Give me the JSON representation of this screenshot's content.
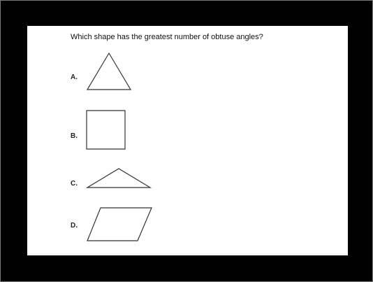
{
  "question": {
    "text": "Which shape has the greatest number of obtuse angles?"
  },
  "options": [
    {
      "label": "A.",
      "shape": "triangle-icon"
    },
    {
      "label": "B.",
      "shape": "square-icon"
    },
    {
      "label": "C.",
      "shape": "obtuse-triangle-icon"
    },
    {
      "label": "D.",
      "shape": "parallelogram-icon"
    }
  ],
  "colors": {
    "frame": "#000000",
    "slide_background": "#ffffff",
    "outline": "#333333"
  }
}
